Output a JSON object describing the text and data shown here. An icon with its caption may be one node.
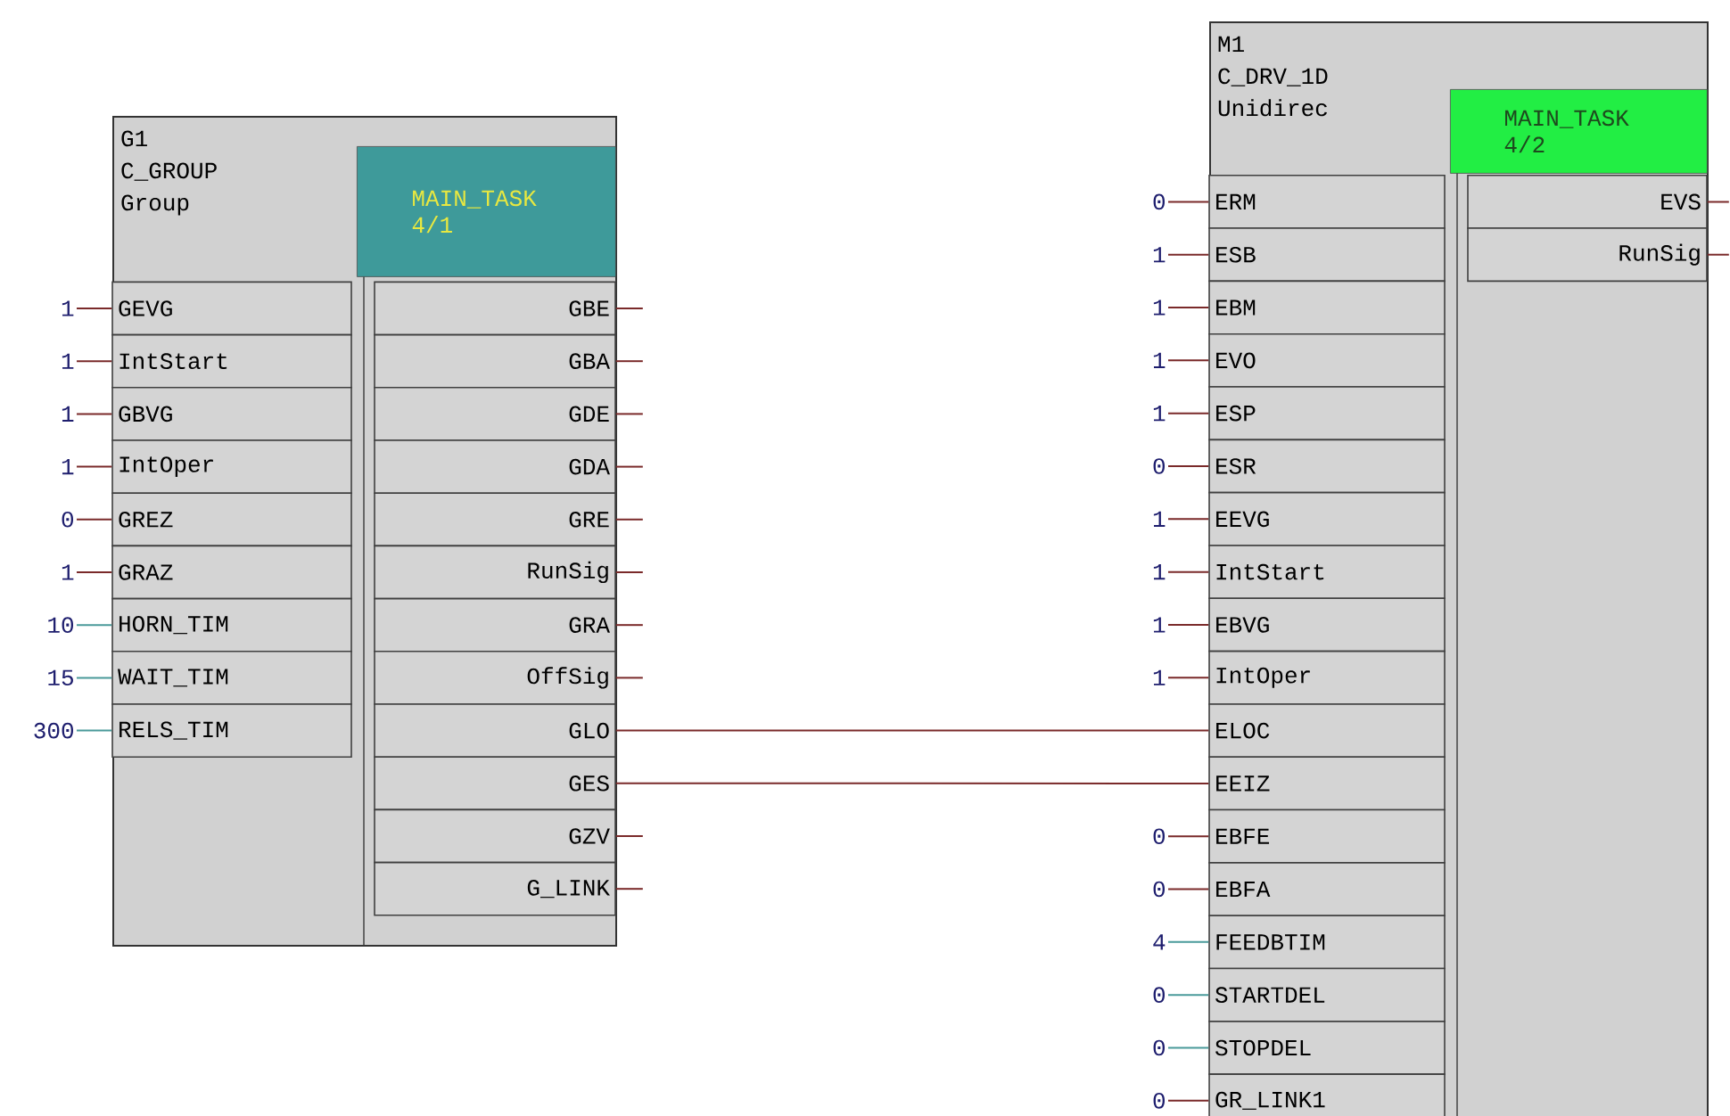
{
  "diagram": {
    "nodes": [
      {
        "text": [
          "G1",
          "C_GROUP",
          "Group"
        ]
      },
      {
        "text": [
          "MAIN_TASK 4/1"
        ],
        "in": 0
      },
      {
        "text": [
          "GEVG"
        ],
        "in": 0
      },
      {
        "text": [
          "IntStart"
        ],
        "in": 0
      },
      {
        "text": [
          "GBVG"
        ],
        "in": 0
      },
      {
        "text": [
          "IntOper"
        ],
        "in": 0
      },
      {
        "text": [
          "GREZ"
        ],
        "in": 0
      },
      {
        "text": [
          "GRAZ"
        ],
        "in": 0
      },
      {
        "text": [
          "HORN_TIM"
        ],
        "in": 0
      },
      {
        "text": [
          "WAIT_TIM"
        ],
        "in": 0
      },
      {
        "text": [
          "RELS_TIM"
        ],
        "in": 0
      },
      {
        "text": [
          "GBE"
        ],
        "in": 0
      },
      {
        "text": [
          "GBA"
        ],
        "in": 0
      },
      {
        "text": [
          "GDE"
        ],
        "in": 0
      },
      {
        "text": [
          "GDA"
        ],
        "in": 0
      },
      {
        "text": [
          "GRE"
        ],
        "in": 0
      },
      {
        "text": [
          "RunSig"
        ],
        "in": 0
      },
      {
        "text": [
          "GRA"
        ],
        "in": 0
      },
      {
        "text": [
          "OffSig"
        ],
        "in": 0
      },
      {
        "text": [
          "GLO"
        ],
        "in": 0
      },
      {
        "text": [
          "GES"
        ],
        "in": 0
      },
      {
        "text": [
          "GZV"
        ],
        "in": 0
      },
      {
        "text": [
          "G_LINK"
        ],
        "in": 0
      },
      {
        "text": [
          "1"
        ]
      },
      {
        "text": [
          "1"
        ]
      },
      {
        "text": [
          "1"
        ]
      },
      {
        "text": [
          "1"
        ]
      },
      {
        "text": [
          "0"
        ]
      },
      {
        "text": [
          "1"
        ]
      },
      {
        "text": [
          "10"
        ]
      },
      {
        "text": [
          "15"
        ]
      },
      {
        "text": [
          "300"
        ]
      },
      {
        "text": [
          "M1",
          "C_DRV_1D",
          "Unidirec"
        ]
      },
      {
        "text": [
          "MAIN_TASK 4/2"
        ],
        "in": 32
      },
      {
        "text": [
          "ERM"
        ],
        "in": 32
      },
      {
        "text": [
          "ESB"
        ],
        "in": 32
      },
      {
        "text": [
          "EBM"
        ],
        "in": 32
      },
      {
        "text": [
          "EVO"
        ],
        "in": 32
      },
      {
        "text": [
          "ESP"
        ],
        "in": 32
      },
      {
        "text": [
          "ESR"
        ],
        "in": 32
      },
      {
        "text": [
          "EEVG"
        ],
        "in": 32
      },
      {
        "text": [
          "IntStart"
        ],
        "in": 32
      },
      {
        "text": [
          "EBVG"
        ],
        "in": 32
      },
      {
        "text": [
          "IntOper"
        ],
        "in": 32
      },
      {
        "text": [
          "ELOC"
        ],
        "in": 32
      },
      {
        "text": [
          "EEIZ"
        ],
        "in": 32
      },
      {
        "text": [
          "EBFE"
        ],
        "in": 32
      },
      {
        "text": [
          "EBFA"
        ],
        "in": 32
      },
      {
        "text": [
          "FEEDBTIM"
        ],
        "in": 32
      },
      {
        "text": [
          "STARTDEL"
        ],
        "in": 32
      },
      {
        "text": [
          "STOPDEL"
        ],
        "in": 32
      },
      {
        "text": [
          "GR_LINK1"
        ],
        "in": 32
      },
      {
        "text": [
          "EVS"
        ],
        "in": 32
      },
      {
        "text": [
          "RunSig"
        ],
        "in": 32
      },
      {
        "text": [
          "0"
        ]
      },
      {
        "text": [
          "1"
        ]
      },
      {
        "text": [
          "1"
        ]
      },
      {
        "text": [
          "1"
        ]
      },
      {
        "text": [
          "1"
        ]
      },
      {
        "text": [
          "0"
        ]
      },
      {
        "text": [
          "1"
        ]
      },
      {
        "text": [
          "1"
        ]
      },
      {
        "text": [
          "1"
        ]
      },
      {
        "text": [
          "1"
        ]
      },
      {
        "text": [
          "0"
        ]
      },
      {
        "text": [
          "0"
        ]
      },
      {
        "text": [
          "4"
        ]
      },
      {
        "text": [
          "0"
        ]
      },
      {
        "text": [
          "0"
        ]
      },
      {
        "text": [
          "0"
        ]
      }
    ],
    "edges": [
      {
        "from": 23,
        "to": 2,
        "arrow": "none"
      },
      {
        "from": 24,
        "to": 3,
        "arrow": "none"
      },
      {
        "from": 25,
        "to": 4,
        "arrow": "none"
      },
      {
        "from": 26,
        "to": 5,
        "arrow": "none"
      },
      {
        "from": 27,
        "to": 6,
        "arrow": "none"
      },
      {
        "from": 28,
        "to": 7,
        "arrow": "none"
      },
      {
        "from": 29,
        "to": 8,
        "arrow": "none",
        "color": "#4a9a9a"
      },
      {
        "from": 30,
        "to": 9,
        "arrow": "none",
        "color": "#4a9a9a"
      },
      {
        "from": 31,
        "to": 10,
        "arrow": "none",
        "color": "#4a9a9a"
      },
      {
        "from": 11,
        "to": null,
        "arrow": "none"
      },
      {
        "from": 12,
        "to": null,
        "arrow": "none"
      },
      {
        "from": 13,
        "to": null,
        "arrow": "none"
      },
      {
        "from": 14,
        "to": null,
        "arrow": "none"
      },
      {
        "from": 15,
        "to": null,
        "arrow": "none"
      },
      {
        "from": 16,
        "to": null,
        "arrow": "none"
      },
      {
        "from": 17,
        "to": null,
        "arrow": "none"
      },
      {
        "from": 18,
        "to": null,
        "arrow": "none"
      },
      {
        "from": 19,
        "to": 44,
        "arrow": "none"
      },
      {
        "from": 20,
        "to": 45,
        "arrow": "none"
      },
      {
        "from": 21,
        "to": null,
        "arrow": "none"
      },
      {
        "from": 22,
        "to": null,
        "arrow": "none"
      },
      {
        "from": 54,
        "to": 34,
        "arrow": "none"
      },
      {
        "from": 55,
        "to": 35,
        "arrow": "none"
      },
      {
        "from": 56,
        "to": 36,
        "arrow": "none"
      },
      {
        "from": 57,
        "to": 37,
        "arrow": "none"
      },
      {
        "from": 58,
        "to": 38,
        "arrow": "none"
      },
      {
        "from": 59,
        "to": 39,
        "arrow": "none"
      },
      {
        "from": 60,
        "to": 40,
        "arrow": "none"
      },
      {
        "from": 61,
        "to": 41,
        "arrow": "none"
      },
      {
        "from": 62,
        "to": 42,
        "arrow": "none"
      },
      {
        "from": 63,
        "to": 43,
        "arrow": "none"
      },
      {
        "from": 64,
        "to": 46,
        "arrow": "none"
      },
      {
        "from": 65,
        "to": 47,
        "arrow": "none"
      },
      {
        "from": 66,
        "to": 48,
        "arrow": "none",
        "color": "#4a9a9a"
      },
      {
        "from": 67,
        "to": 49,
        "arrow": "none",
        "color": "#4a9a9a"
      },
      {
        "from": 68,
        "to": 50,
        "arrow": "none",
        "color": "#4a9a9a"
      },
      {
        "from": 69,
        "to": 51,
        "arrow": "none"
      },
      {
        "from": 52,
        "to": null,
        "arrow": "none"
      },
      {
        "from": 53,
        "to": null,
        "arrow": "none"
      }
    ]
  }
}
